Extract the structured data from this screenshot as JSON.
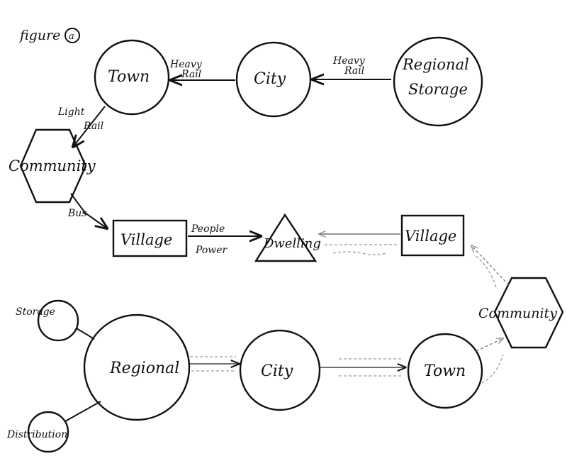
{
  "figure": {
    "title": "figure",
    "tag": "a"
  },
  "top_chain": {
    "regional_storage": [
      "Regional",
      "Storage"
    ],
    "city": "City",
    "town": "Town",
    "community": "Community",
    "village": "Village",
    "dwelling": "Dwelling",
    "edge_storage_city": [
      "Heavy",
      "Rail"
    ],
    "edge_city_town": [
      "Heavy",
      "Rail"
    ],
    "edge_town_community": [
      "Light",
      "Rail"
    ],
    "edge_community_village": "Bus",
    "edge_village_dwelling": [
      "People",
      "Power"
    ]
  },
  "bottom_chain": {
    "storage": "Storage",
    "distribution": "Distribution",
    "regional": "Regional",
    "city": "City",
    "town": "Town",
    "community": "Community",
    "village": "Village"
  }
}
